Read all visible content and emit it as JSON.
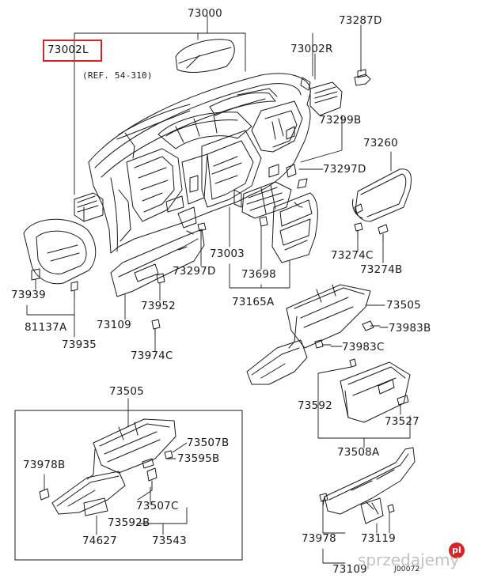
{
  "labels": {
    "l73000": "73000",
    "l73287d": "73287D",
    "l73002l": "73002L",
    "l73002r": "73002R",
    "ref": "(REF. 54-310)",
    "l73299b": "73299B",
    "l73260": "73260",
    "l73297d_a": "73297D",
    "l73274c": "73274C",
    "l73274b": "73274B",
    "l73003": "73003",
    "l73698": "73698",
    "l73165a": "73165A",
    "l73297d_b": "73297D",
    "l73939": "73939",
    "l81137a": "81137A",
    "l73935": "73935",
    "l73109_a": "73109",
    "l73952": "73952",
    "l73974c": "73974C",
    "l73505_a": "73505",
    "l73983b": "73983B",
    "l73983c": "73983C",
    "l73592": "73592",
    "l73527": "73527",
    "l73508a": "73508A",
    "l73505_b": "73505",
    "l73507b": "73507B",
    "l73595b": "73595B",
    "l73978b": "73978B",
    "l73507c": "73507C",
    "l73592b": "73592B",
    "l74627": "74627",
    "l73543": "73543",
    "l73978": "73978",
    "l73119": "73119",
    "l73109_b": "73109",
    "code": "J00072"
  },
  "watermark": {
    "text": "sprzedajemy",
    "badge": "pl"
  },
  "colors": {
    "line": "#1a1a1a",
    "highlight": "#d9232a",
    "watermark": "#b8b8b8"
  }
}
